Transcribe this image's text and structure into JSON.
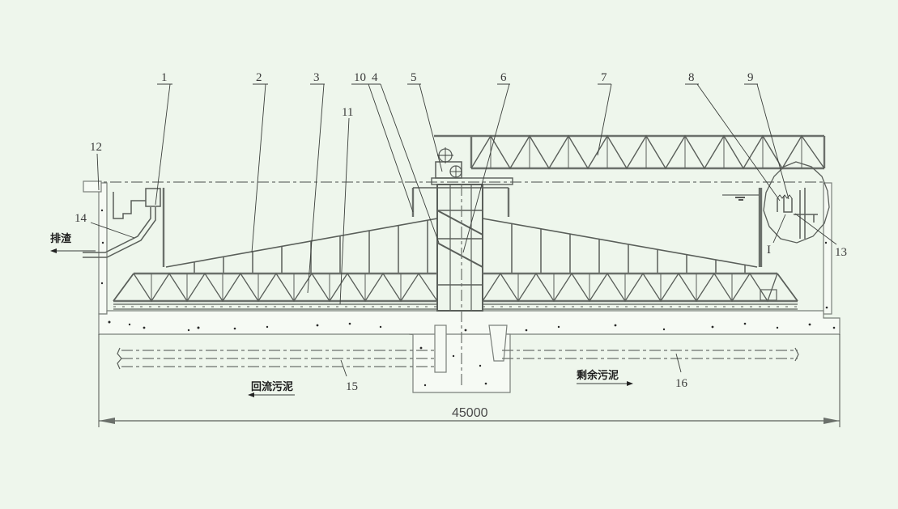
{
  "diagram": {
    "type": "engineering-section-drawing",
    "subject": "Peripheral-drive suction sludge scraper in circular clarifier (cross-section)",
    "colors": {
      "background": "#eef6ec",
      "line": "#6b706b",
      "leader": "#3b3f3b",
      "text": "#3a3a3a"
    },
    "callouts": [
      {
        "id": "1",
        "label": "1"
      },
      {
        "id": "2",
        "label": "2"
      },
      {
        "id": "3",
        "label": "3"
      },
      {
        "id": "10",
        "label": "10"
      },
      {
        "id": "4",
        "label": "4"
      },
      {
        "id": "5",
        "label": "5"
      },
      {
        "id": "6",
        "label": "6"
      },
      {
        "id": "7",
        "label": "7"
      },
      {
        "id": "8",
        "label": "8"
      },
      {
        "id": "9",
        "label": "9"
      },
      {
        "id": "11",
        "label": "11"
      },
      {
        "id": "12",
        "label": "12"
      },
      {
        "id": "13",
        "label": "13"
      },
      {
        "id": "14",
        "label": "14"
      },
      {
        "id": "15",
        "label": "15"
      },
      {
        "id": "16",
        "label": "16"
      },
      {
        "id": "detail",
        "label": "I"
      }
    ],
    "annotations": {
      "scum_discharge": "排渣",
      "return_sludge": "回流污泥",
      "excess_sludge": "剩余污泥"
    },
    "dimension": {
      "overall_width": "45000"
    }
  }
}
